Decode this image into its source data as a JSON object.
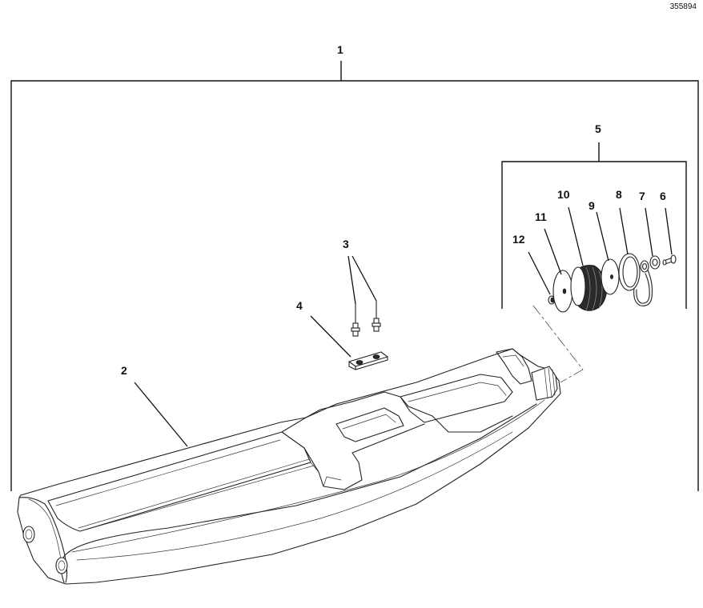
{
  "document_id": "355894",
  "callouts": {
    "c1": "1",
    "c2": "2",
    "c3": "3",
    "c4": "4",
    "c5": "5",
    "c6": "6",
    "c7": "7",
    "c8": "8",
    "c9": "9",
    "c10": "10",
    "c11": "11",
    "c12": "12"
  }
}
